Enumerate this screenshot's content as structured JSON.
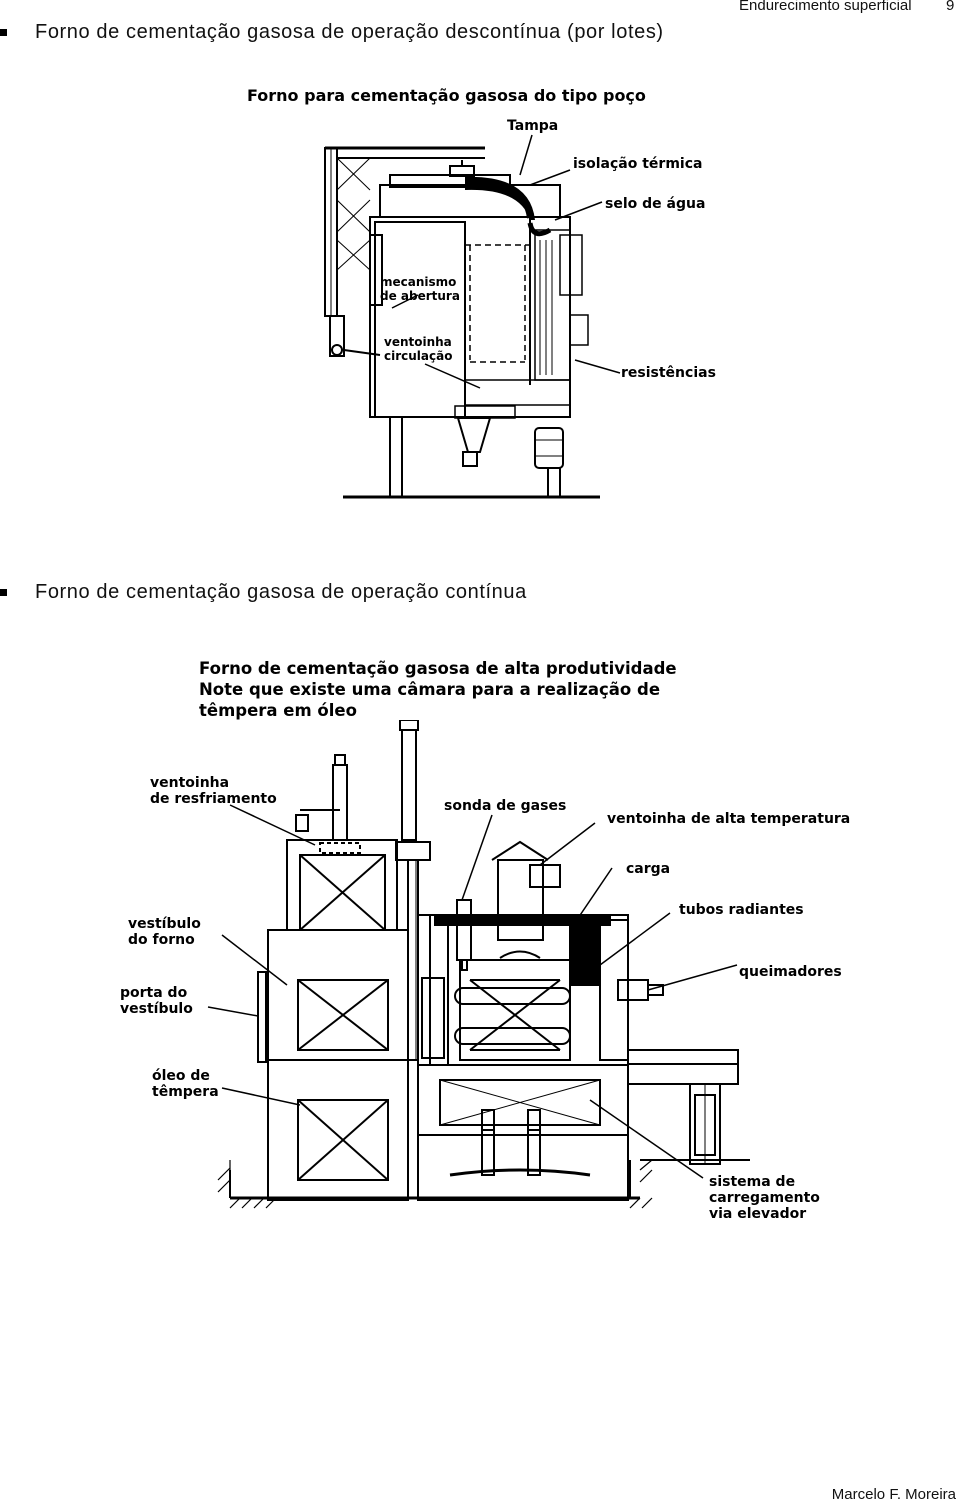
{
  "header": {
    "chapter": "Endurecimento superficial",
    "page": "9"
  },
  "sections": [
    {
      "heading": "Forno de cementação gasosa de operação descontínua (por lotes)"
    },
    {
      "heading": "Forno de cementação gasosa de operação contínua"
    }
  ],
  "figure1": {
    "title": "Forno para cementação gasosa do tipo poço",
    "labels": {
      "tampa": "Tampa",
      "isolacao": "isolação térmica",
      "selo": "selo de água",
      "mecanismo_1": "mecanismo",
      "mecanismo_2": "de abertura",
      "ventoinha_1": "ventoinha",
      "ventoinha_2": "circulação",
      "resistencias": "resistências"
    }
  },
  "figure2": {
    "title_lines": [
      "Forno de cementação gasosa de alta produtividade",
      "Note que existe uma câmara para a realização de",
      "têmpera em óleo"
    ],
    "labels": {
      "vent_resf_1": "ventoinha",
      "vent_resf_2": "de resfriamento",
      "sonda": "sonda de gases",
      "vent_alta": "ventoinha de alta temperatura",
      "carga": "carga",
      "tubos": "tubos radiantes",
      "vestibulo_1": "vestíbulo",
      "vestibulo_2": "do forno",
      "queimadores": "queimadores",
      "porta_1": "porta do",
      "porta_2": "vestíbulo",
      "oleo_1": "óleo de",
      "oleo_2": "têmpera",
      "sistema_1": "sistema de",
      "sistema_2": "carregamento",
      "sistema_3": "via elevador"
    }
  },
  "footer": {
    "author": "Marcelo F. Moreira"
  }
}
